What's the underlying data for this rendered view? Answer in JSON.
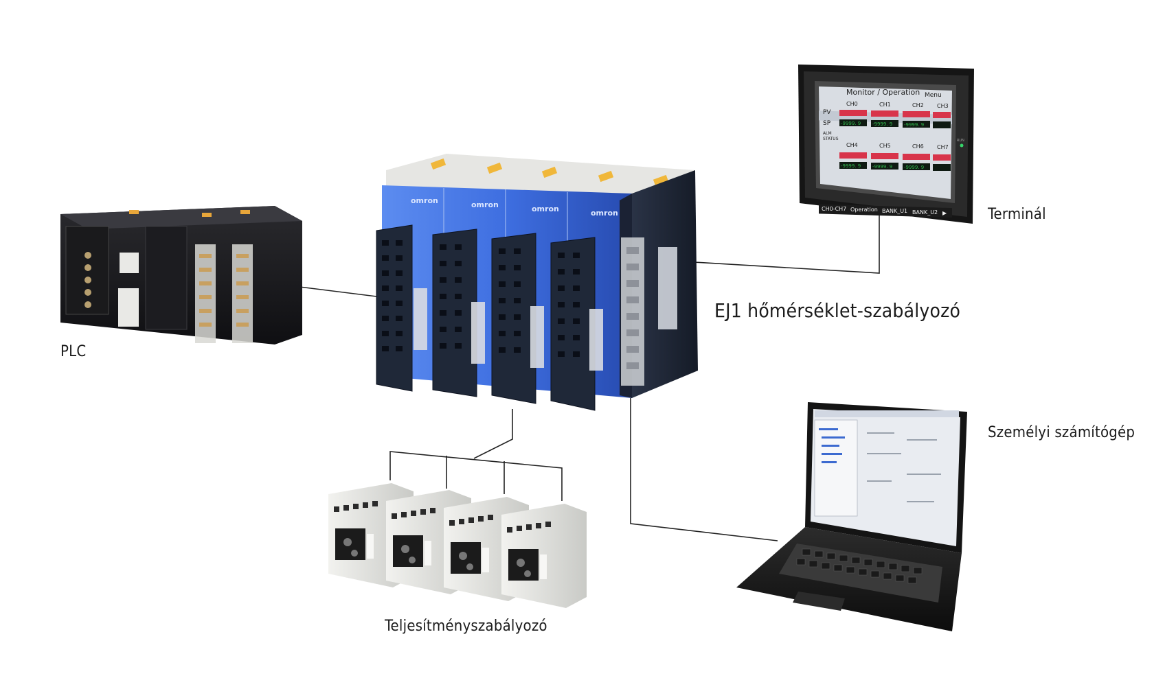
{
  "labels": {
    "plc": "PLC",
    "controller": "EJ1 hőmérséklet-szabályozó",
    "terminal": "Terminál",
    "pc": "Személyi számítógép",
    "power": "Teljesítményszabályozó"
  },
  "hmi": {
    "title": "Monitor / Operation",
    "menu": "Menu",
    "channels_top": [
      "CH0",
      "CH1",
      "CH2",
      "CH3"
    ],
    "channels_bottom": [
      "CH4",
      "CH5",
      "CH6",
      "CH7"
    ],
    "row_pv": "PV",
    "row_sp": "SP",
    "row_alm": "ALM",
    "row_status": "STATUS",
    "sp_value": "-9999. 9",
    "footer": [
      "CH0-CH7",
      "Operation",
      "BANK_U1",
      "BANK_U2",
      "▶"
    ],
    "run": "RUN"
  },
  "controller_brand": "omron",
  "colors": {
    "module_blue": "#3b6fd8",
    "module_dark": "#1d2433",
    "hmi_bezel": "#222222",
    "hmi_screen": "#d9dde3",
    "pv_red": "#d8344a",
    "sp_green": "#2fb34a",
    "line": "#222222"
  }
}
